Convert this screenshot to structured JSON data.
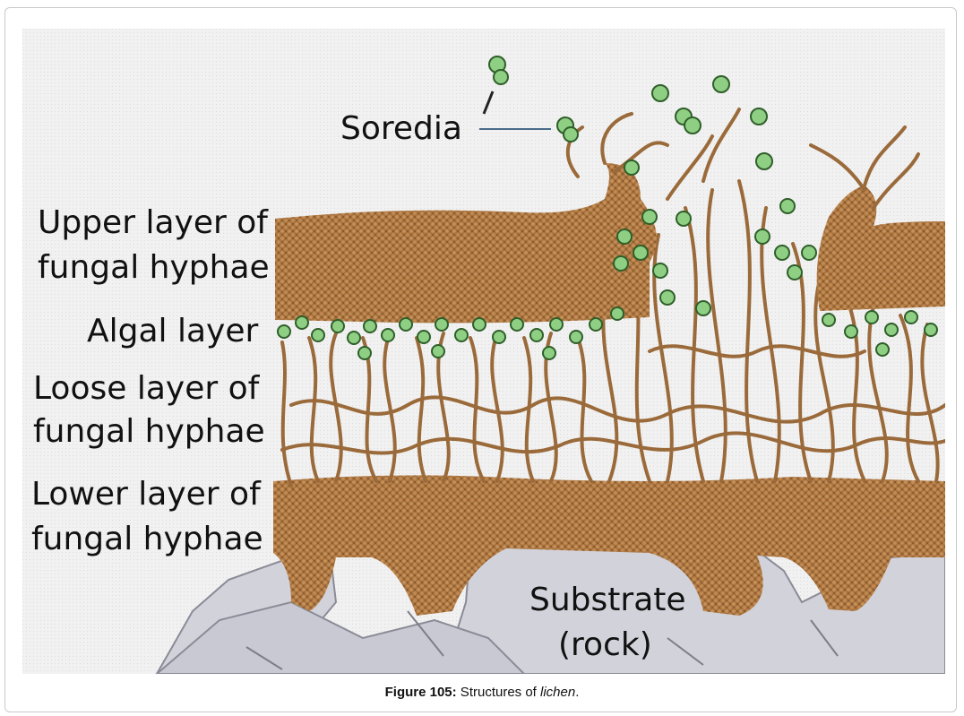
{
  "labels": {
    "soredia": "Soredia",
    "upper_1": "Upper layer of",
    "upper_2": "fungal hyphae",
    "algal": "Algal layer",
    "loose_1": "Loose layer of",
    "loose_2": "fungal hyphae",
    "lower_1": "Lower layer of",
    "lower_2": "fungal hyphae",
    "substrate_1": "Substrate",
    "substrate_2": "(rock)"
  },
  "caption": {
    "label": "Figure 105:",
    "text_before": " Structures of ",
    "italic": "lichen",
    "text_after": "."
  },
  "colors": {
    "hyphae": "#b07a45",
    "hyphae_dark": "#7a4f26",
    "algae": "#8fcf84",
    "algae_dark": "#2f5f2a",
    "rock": "#d3d3dc",
    "rock_edge": "#8c8c98",
    "background": "#eeeeee"
  }
}
